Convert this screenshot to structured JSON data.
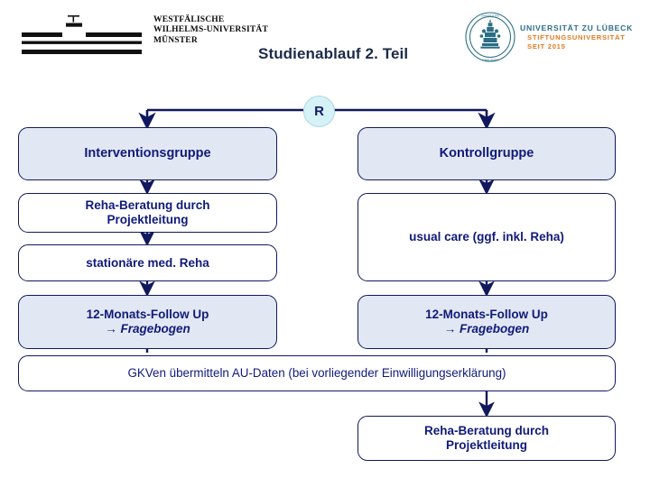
{
  "page": {
    "title": "Studienablauf 2. Teil",
    "accent_navy": "#101a7a",
    "accent_title": "#1b2a4a",
    "box_fill_blue": "#e2e8f3",
    "box_fill_white": "#ffffff",
    "node_fill": "#d6f2f6",
    "luebeck_teal": "#2b6e86",
    "luebeck_orange": "#e07b1e"
  },
  "logos": {
    "muenster": {
      "line1": "Westfälische",
      "line2": "Wilhelms-Universität",
      "line3": "Münster"
    },
    "luebeck": {
      "line1": "UNIVERSITÄT ZU LÜBECK",
      "line2": "STIFTUNGSUNIVERSITÄT",
      "line3": "SEIT 2015"
    }
  },
  "nodes": {
    "randomization": "R",
    "intervention": "Interventionsgruppe",
    "control": "Kontrollgruppe",
    "reha_beratung_1_l1": "Reha-Beratung durch",
    "reha_beratung_1_l2": "Projektleitung",
    "stationaer": "stationäre med. Reha",
    "usual_care": "usual care (ggf. inkl. Reha)",
    "followup_left_l1": "12-Monats-Follow Up",
    "followup_left_l2": "→ Fragebogen",
    "followup_right_l1": "12-Monats-Follow Up",
    "followup_right_l2": "→ Fragebogen",
    "gkv": "GKVen übermitteln AU-Daten (bei vorliegender Einwilligungserklärung)",
    "reha_beratung_2_l1": "Reha-Beratung durch",
    "reha_beratung_2_l2": "Projektleitung"
  }
}
